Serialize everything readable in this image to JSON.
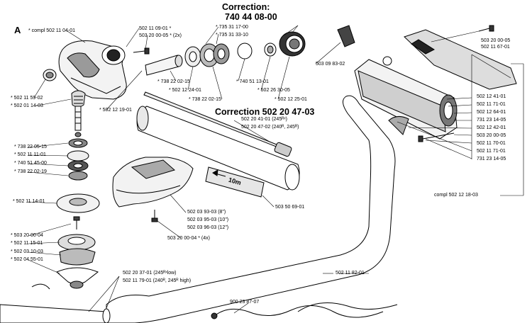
{
  "section_letter": "A",
  "corrections": {
    "label": "Correction:",
    "part_a": "740 44 08-00",
    "part_b": "Correction 502 20 47-03"
  },
  "tube_marking": "10m",
  "parts": {
    "p01": "* compl 502 11 04-01",
    "p02": "502 11 09-01 *",
    "p03": "503 20 00-05 * (2x)",
    "p04": "* 735 31 17-00",
    "p05": "* 735 31 33-10",
    "p06": "* 738 22 02-15",
    "p07": "* 502 12 24-01",
    "p08": "* 738 22 02-15",
    "p09": "* 740 51 13-01",
    "p10": "* 502 26 30-05",
    "p11": "* 502 12 25-01",
    "p12": "* 502 12 19-01",
    "p13": "* 502 11 59-02",
    "p14": "* 502 01 14-03",
    "p15": "503 09 83-02",
    "p16": "502 20 41-01 (245ᴿˣ)",
    "p17": "502 20 47-02 (240ᴿ, 245ᴿ)",
    "p18": "* 738 22 05-15",
    "p19": "* 502 11 11-01",
    "p20": "* 740 51 45-00",
    "p21": "* 738 22 02-19",
    "p22": "* 502 11 14-01",
    "p23": "* 503 20 00-04",
    "p24": "* 502 11 15-01",
    "p25": "* 502 03 10-03",
    "p26": "* 502 04 55-01",
    "p27": "502 03 93-03 (8\")",
    "p28": "502 03 95-03 (10\")",
    "p29": "502 03 96-03 (12\")",
    "p30": "503 20 00-04 * (4x)",
    "p31": "503 50 69-01",
    "p32": "502 20 37-01 (245ᴿˣlow)",
    "p33": "502 11 79-01 (240ᴿ, 245ᴿ high)",
    "p34": "900 23 87-07",
    "p35": "502 11 82-01",
    "p36": "503 20 00-05",
    "p37": "502 11 67-01",
    "p38": "502 12 41-01",
    "p39": "502 11 71-01",
    "p40": "502 12 64-01",
    "p41": "731 23 14-05",
    "p42": "502 12 42-01",
    "p43": "503 20 00-05",
    "p44": "502 11 70-01",
    "p45": "502 11 71-01",
    "p46": "731 23 14-05",
    "p47": "compl 502 12 18-03"
  }
}
